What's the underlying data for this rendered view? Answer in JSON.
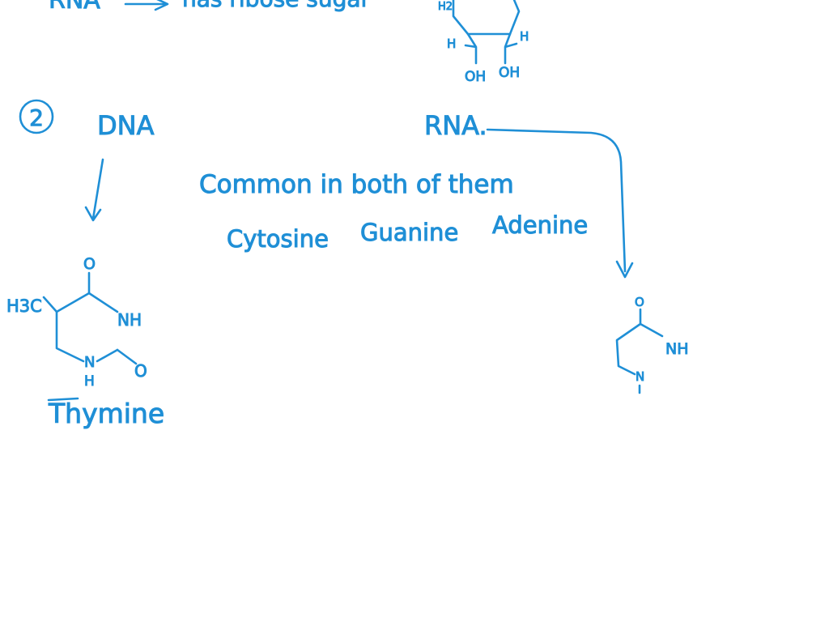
{
  "ink_color": "#1f8fd6",
  "top_line": {
    "lhs": "RNA",
    "rhs": "has ribose sugar"
  },
  "ribose_structure": {
    "left_h": "H",
    "right_h": "H",
    "oh_left": "OH",
    "oh_right": "OH",
    "top_fragment": "H2"
  },
  "section": {
    "number": "2",
    "dna_label": "DNA",
    "rna_label": "RNA."
  },
  "common": {
    "heading": "Common in both of them",
    "bases": [
      "Cytosine",
      "Guanine",
      "Adenine"
    ]
  },
  "thymine": {
    "name": "Thymine",
    "methyl": "H3C",
    "carbonyl_o_top": "O",
    "nh": "NH",
    "ring_n": "N",
    "ring_h": "H",
    "carbonyl_o_right": "O"
  },
  "uracil_fragment": {
    "carbonyl_o": "O",
    "nh": "NH",
    "ring_n": "N"
  }
}
